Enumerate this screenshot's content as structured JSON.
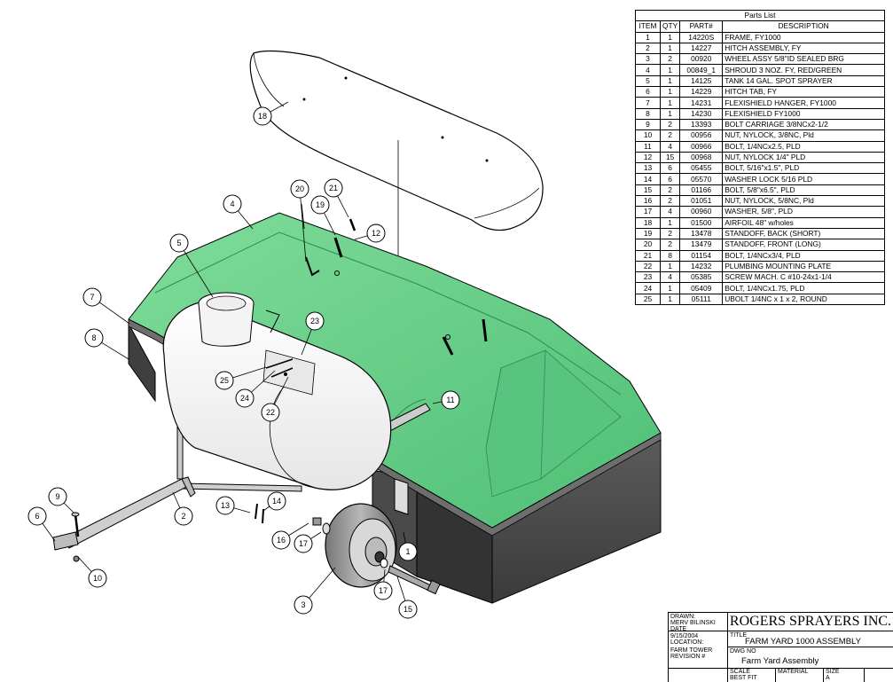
{
  "parts_list": {
    "title": "Parts List",
    "headers": [
      "ITEM",
      "QTY",
      "PART#",
      "DESCRIPTION"
    ],
    "rows": [
      [
        "1",
        "1",
        "14220S",
        "FRAME, FY1000"
      ],
      [
        "2",
        "1",
        "14227",
        "HITCH ASSEMBLY, FY"
      ],
      [
        "3",
        "2",
        "00920",
        "WHEEL ASSY 5/8\"ID SEALED BRG"
      ],
      [
        "4",
        "1",
        "00849_1",
        "SHROUD 3 NOZ. FY, RED/GREEN"
      ],
      [
        "5",
        "1",
        "14125",
        "TANK 14 GAL. SPOT SPRAYER"
      ],
      [
        "6",
        "1",
        "14229",
        "HITCH TAB, FY"
      ],
      [
        "7",
        "1",
        "14231",
        "FLEXISHIELD HANGER, FY1000"
      ],
      [
        "8",
        "1",
        "14230",
        "FLEXISHIELD FY1000"
      ],
      [
        "9",
        "2",
        "13393",
        "BOLT CARRIAGE 3/8NCx2-1/2"
      ],
      [
        "10",
        "2",
        "00956",
        "NUT, NYLOCK, 3/8NC, Pld"
      ],
      [
        "11",
        "4",
        "00966",
        "BOLT, 1/4NCx2.5, PLD"
      ],
      [
        "12",
        "15",
        "00968",
        "NUT, NYLOCK 1/4\" PLD"
      ],
      [
        "13",
        "6",
        "05455",
        "BOLT, 5/16\"x1.5\", PLD"
      ],
      [
        "14",
        "6",
        "05570",
        "WASHER LOCK 5/16 PLD"
      ],
      [
        "15",
        "2",
        "01166",
        "BOLT, 5/8\"x6.5\", PLD"
      ],
      [
        "16",
        "2",
        "01051",
        "NUT, NYLOCK, 5/8NC, Pld"
      ],
      [
        "17",
        "4",
        "00960",
        "WASHER, 5/8\", PLD"
      ],
      [
        "18",
        "1",
        "01500",
        "AIRFOIL 48\" w/holes"
      ],
      [
        "19",
        "2",
        "13478",
        "STANDOFF, BACK (SHORT)"
      ],
      [
        "20",
        "2",
        "13479",
        "STANDOFF, FRONT (LONG)"
      ],
      [
        "21",
        "8",
        "01154",
        "BOLT, 1/4NCx3/4, PLD"
      ],
      [
        "22",
        "1",
        "14232",
        "PLUMBING MOUNTING PLATE"
      ],
      [
        "23",
        "4",
        "05385",
        "SCREW MACH. C #10-24x1-1/4"
      ],
      [
        "24",
        "1",
        "05409",
        "BOLT, 1/4NCx1.75, PLD"
      ],
      [
        "25",
        "1",
        "05111",
        "UBOLT 1/4NC x 1 x 2, ROUND"
      ]
    ]
  },
  "title_block": {
    "drawn_label": "DRAWN:",
    "drawn_by": "MERV BILINSKI",
    "date_label": "DATE",
    "date": "9/15/2004",
    "location_label": "LOCATION:",
    "location": "FARM TOWER",
    "revision_label": "REVISION #",
    "company": "ROGERS SPRAYERS INC.",
    "title_label": "TITLE",
    "title": "FARM YARD 1000 ASSEMBLY",
    "dwg_label": "DWG NO",
    "dwg_no": "Farm Yard Assembly",
    "scale_label": "SCALE",
    "scale": "BEST FIT",
    "material_label": "MATERIAL",
    "size_label": "SIZE",
    "size": "A"
  },
  "balloons": [
    "1",
    "2",
    "3",
    "4",
    "5",
    "6",
    "7",
    "8",
    "9",
    "10",
    "11",
    "12",
    "13",
    "14",
    "15",
    "16",
    "17",
    "17",
    "18",
    "19",
    "20",
    "21",
    "22",
    "23",
    "24",
    "25"
  ],
  "colors": {
    "shroud_green": "#66cc88",
    "frame_gray": "#c8c8c8",
    "skirt_dark": "#4a4a4a"
  }
}
